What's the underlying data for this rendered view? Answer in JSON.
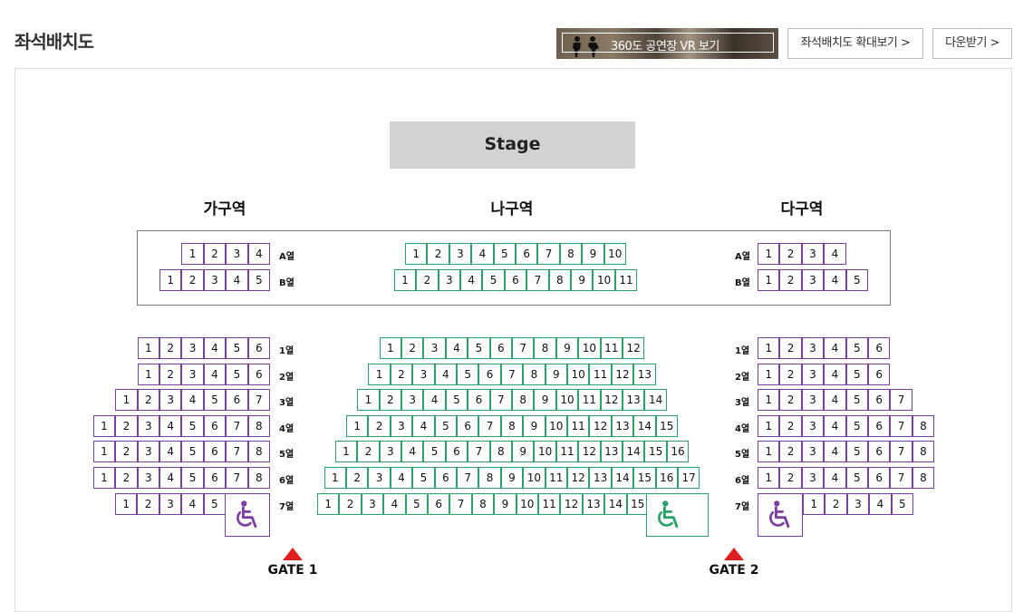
{
  "header": {
    "title": "좌석배치도",
    "vr_label": "360도 공연장 VR 보기",
    "zoom_label": "좌석배치도 확대보기 >",
    "download_label": "다운받기 >"
  },
  "stage_label": "Stage",
  "zones": [
    "가구역",
    "나구역",
    "다구역"
  ],
  "colors": {
    "zone_ga_da": "#7b3fa0",
    "zone_na": "#2aa36a",
    "gate": "#e02020"
  },
  "front_rows": [
    {
      "label": "A열",
      "ga": 4,
      "na": 10,
      "da": 4
    },
    {
      "label": "B열",
      "ga": 5,
      "na": 11,
      "da": 5
    }
  ],
  "rows": [
    {
      "label": "1열",
      "ga": 6,
      "na": 12,
      "da": 6
    },
    {
      "label": "2열",
      "ga": 6,
      "na": 13,
      "da": 6
    },
    {
      "label": "3열",
      "ga": 7,
      "na": 14,
      "da": 7
    },
    {
      "label": "4열",
      "ga": 8,
      "na": 15,
      "da": 8
    },
    {
      "label": "5열",
      "ga": 8,
      "na": 16,
      "da": 8
    },
    {
      "label": "6열",
      "ga": 8,
      "na": 17,
      "da": 8
    },
    {
      "label": "7열",
      "ga": 5,
      "na": 15,
      "da": 5
    }
  ],
  "wheelchair_icon": "wheelchair-icon",
  "gates": [
    "GATE 1",
    "GATE 2"
  ]
}
